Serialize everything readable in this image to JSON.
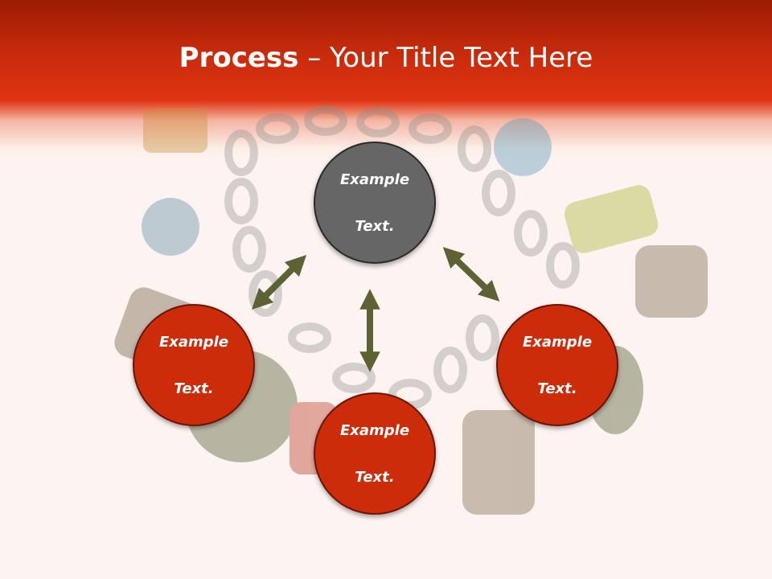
{
  "title": {
    "bold": "Process",
    "separator": " – ",
    "rest": "Your Title Text Here"
  },
  "nodes": {
    "top": {
      "line1": "Example",
      "line2": "Text."
    },
    "left": {
      "line1": "Example",
      "line2": "Text."
    },
    "bottom": {
      "line1": "Example",
      "line2": "Text."
    },
    "right": {
      "line1": "Example",
      "line2": "Text."
    }
  },
  "colors": {
    "banner": "#c42a0b",
    "node_red": "#cd2c0b",
    "node_gray": "#666666",
    "arrow": "#5c6233",
    "background": "#fdf3f1"
  }
}
